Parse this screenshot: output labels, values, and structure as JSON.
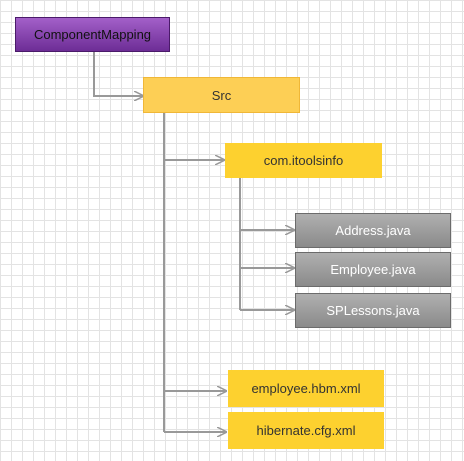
{
  "diagram": {
    "root": "ComponentMapping",
    "src": "Src",
    "package": "com.itoolsinfo",
    "files": [
      "Address.java",
      "Employee.java",
      "SPLessons.java"
    ],
    "xml": [
      "employee.hbm.xml",
      "hibernate.cfg.xml"
    ]
  },
  "colors": {
    "root": "#7b3aa6",
    "folder": "#fdd12f",
    "file": "#9a9a9a",
    "connector": "#999999"
  }
}
